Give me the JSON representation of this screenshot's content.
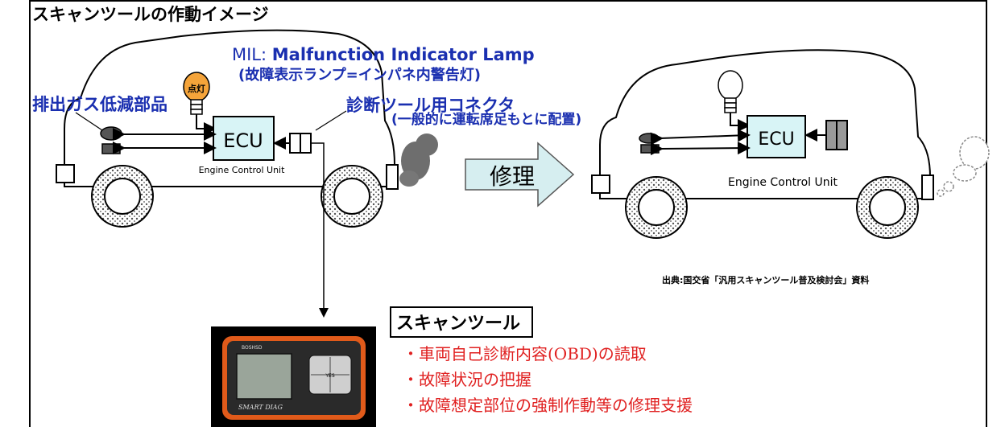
{
  "title": "スキャンツールの作動イメージ",
  "left_car": {
    "mil_prefix": "MIL: ",
    "mil_name": "Malfunction Indicator Lamp",
    "mil_sub": "(故障表示ランプ=インパネ内警告灯)",
    "lamp_text": "点灯",
    "emission_parts": "排出ガス低減部品",
    "connector_label": "診断ツール用コネクタ",
    "connector_sub": "(一般的に運転席足もとに配置)",
    "ecu": "ECU",
    "ecu_full": "Engine Control Unit"
  },
  "repair_arrow": "修理",
  "right_car": {
    "ecu": "ECU",
    "ecu_full": "Engine Control Unit"
  },
  "source": "出典:国交省「汎用スキャンツール普及検討会」資料",
  "scan_tool": {
    "title": "スキャンツール",
    "bullets": [
      "・車両自己診断内容(OBD)の読取",
      "・故障状況の把握",
      "・故障想定部位の強制作動等の修理支援"
    ],
    "device_brand": "SMART DIAG",
    "device_maker": "BOSHSD",
    "keypad_label": "YES",
    "accent_color": "#e05a1a"
  },
  "colors": {
    "label_blue": "#1a2fb0",
    "bullet_red": "#e02020",
    "ecu_box": "#d8f4f6",
    "lamp_on": "#f5a43a",
    "exhaust_dirty": "#6e6e6e"
  }
}
